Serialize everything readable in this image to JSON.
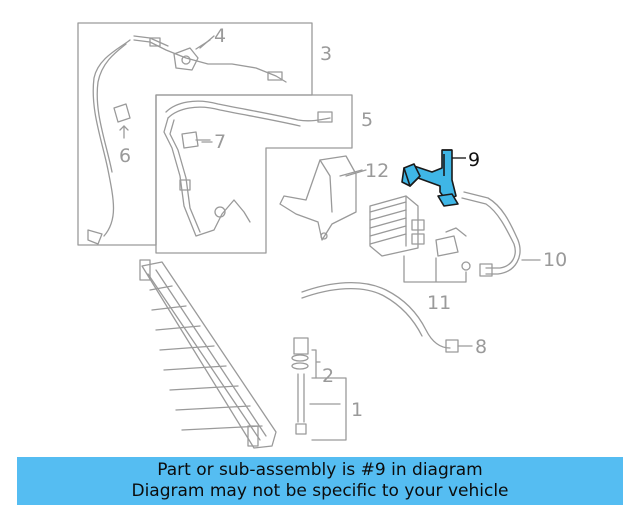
{
  "callouts": {
    "c1": "1",
    "c2": "2",
    "c3": "3",
    "c4": "4",
    "c5": "5",
    "c6": "6",
    "c7": "7",
    "c8": "8",
    "c9": "9",
    "c10": "10",
    "c11": "11",
    "c12": "12"
  },
  "highlighted_part": "9",
  "colors": {
    "highlight": "#3fb6e6",
    "line": "#9a9a9a",
    "banner": "#55bdf2"
  },
  "banner": {
    "line1": "Part or sub-assembly is #9 in diagram",
    "line2": "Diagram may not be specific to your vehicle"
  }
}
